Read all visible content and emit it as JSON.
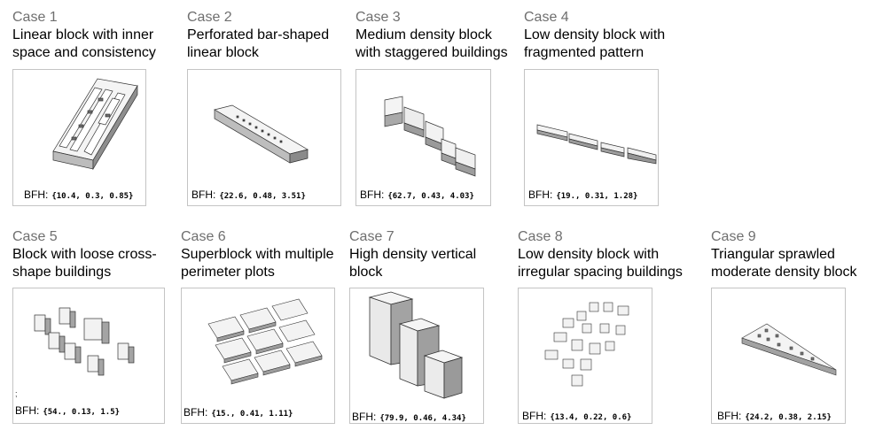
{
  "cases": [
    {
      "num": "Case 1",
      "title": "Linear block with inner\nspace and consistency",
      "bfh_label": "BFH:",
      "bfh": "{10.4, 0.3, 0.85}"
    },
    {
      "num": "Case 2",
      "title": "Perforated bar-shaped\nlinear block",
      "bfh_label": "BFH:",
      "bfh": "{22.6, 0.48, 3.51}"
    },
    {
      "num": "Case 3",
      "title": "Medium density block\nwith staggered buildings",
      "bfh_label": "BFH:",
      "bfh": "{62.7, 0.43, 4.03}"
    },
    {
      "num": "Case 4",
      "title": "Low density block with\nfragmented pattern",
      "bfh_label": "BFH:",
      "bfh": "{19., 0.31, 1.28}"
    },
    {
      "num": "Case 5",
      "title": "Block with loose cross-\nshape buildings",
      "bfh_label": "BFH:",
      "bfh": "{54., 0.13, 1.5}"
    },
    {
      "num": "Case 6",
      "title": "Superblock with multiple\nperimeter plots",
      "bfh_label": "BFH:",
      "bfh": "{15., 0.41, 1.11}"
    },
    {
      "num": "Case 7",
      "title": "High density vertical\nblock",
      "bfh_label": "BFH:",
      "bfh": "{79.9, 0.46, 4.34}"
    },
    {
      "num": "Case 8",
      "title": "Low density block with\nirregular spacing buildings",
      "bfh_label": "BFH:",
      "bfh": "{13.4, 0.22, 0.6}"
    },
    {
      "num": "Case 9",
      "title": "Triangular sprawled\nmoderate density block",
      "bfh_label": "BFH:",
      "bfh": "{24.2, 0.38, 2.15}"
    }
  ],
  "stray_mark": ";"
}
